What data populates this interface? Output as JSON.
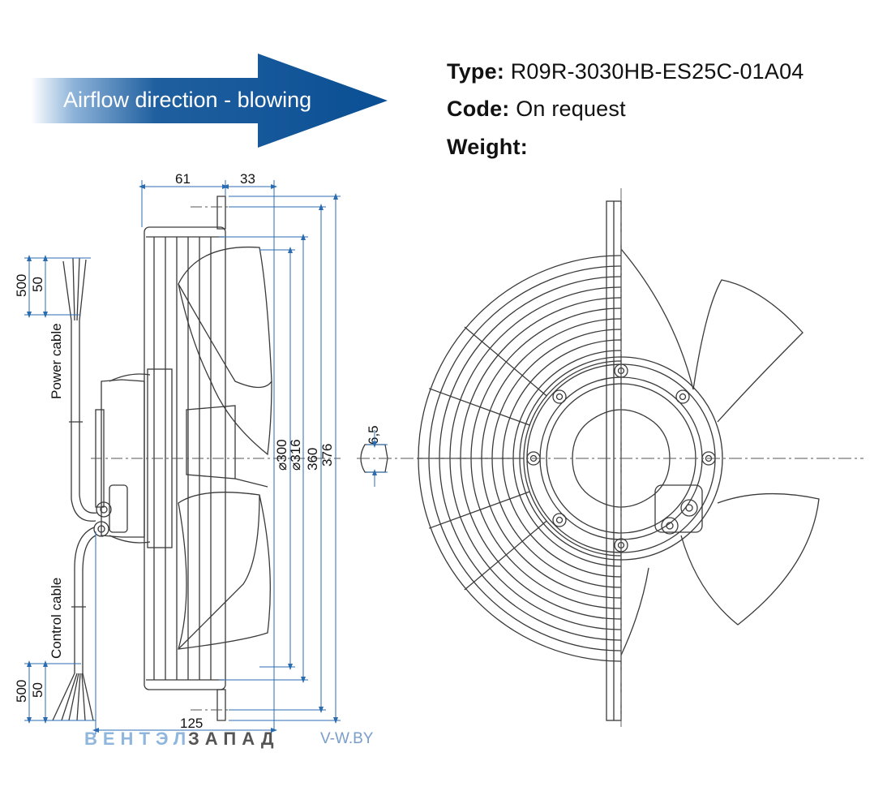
{
  "airflow": {
    "label": "Airflow direction - blowing"
  },
  "spec": {
    "type_label": "Type:",
    "type_value": "R09R-3030HB-ES25C-01A04",
    "code_label": "Code:",
    "code_value": "On request",
    "weight_label": "Weight:",
    "weight_value": ""
  },
  "dimensions": {
    "d61": "61",
    "d33": "33",
    "d125": "125",
    "d300": "⌀300",
    "d316": "⌀316",
    "d360": "360",
    "d376": "376",
    "d6_5": "6,5",
    "power_500": "500",
    "power_50": "50",
    "control_500": "500",
    "control_50": "50"
  },
  "cables": {
    "power": "Power cable",
    "control": "Control cable"
  },
  "watermark": {
    "part1": "ВЕНТЭЛ",
    "part2": "ЗАПАД",
    "site": "V-W.BY"
  },
  "colors": {
    "arrow": "#0a4f94",
    "dim_line": "#2b6cb0",
    "drawing": "#3a3a3a",
    "wm_light": "#8fb6dd",
    "wm_dark": "#555555"
  }
}
